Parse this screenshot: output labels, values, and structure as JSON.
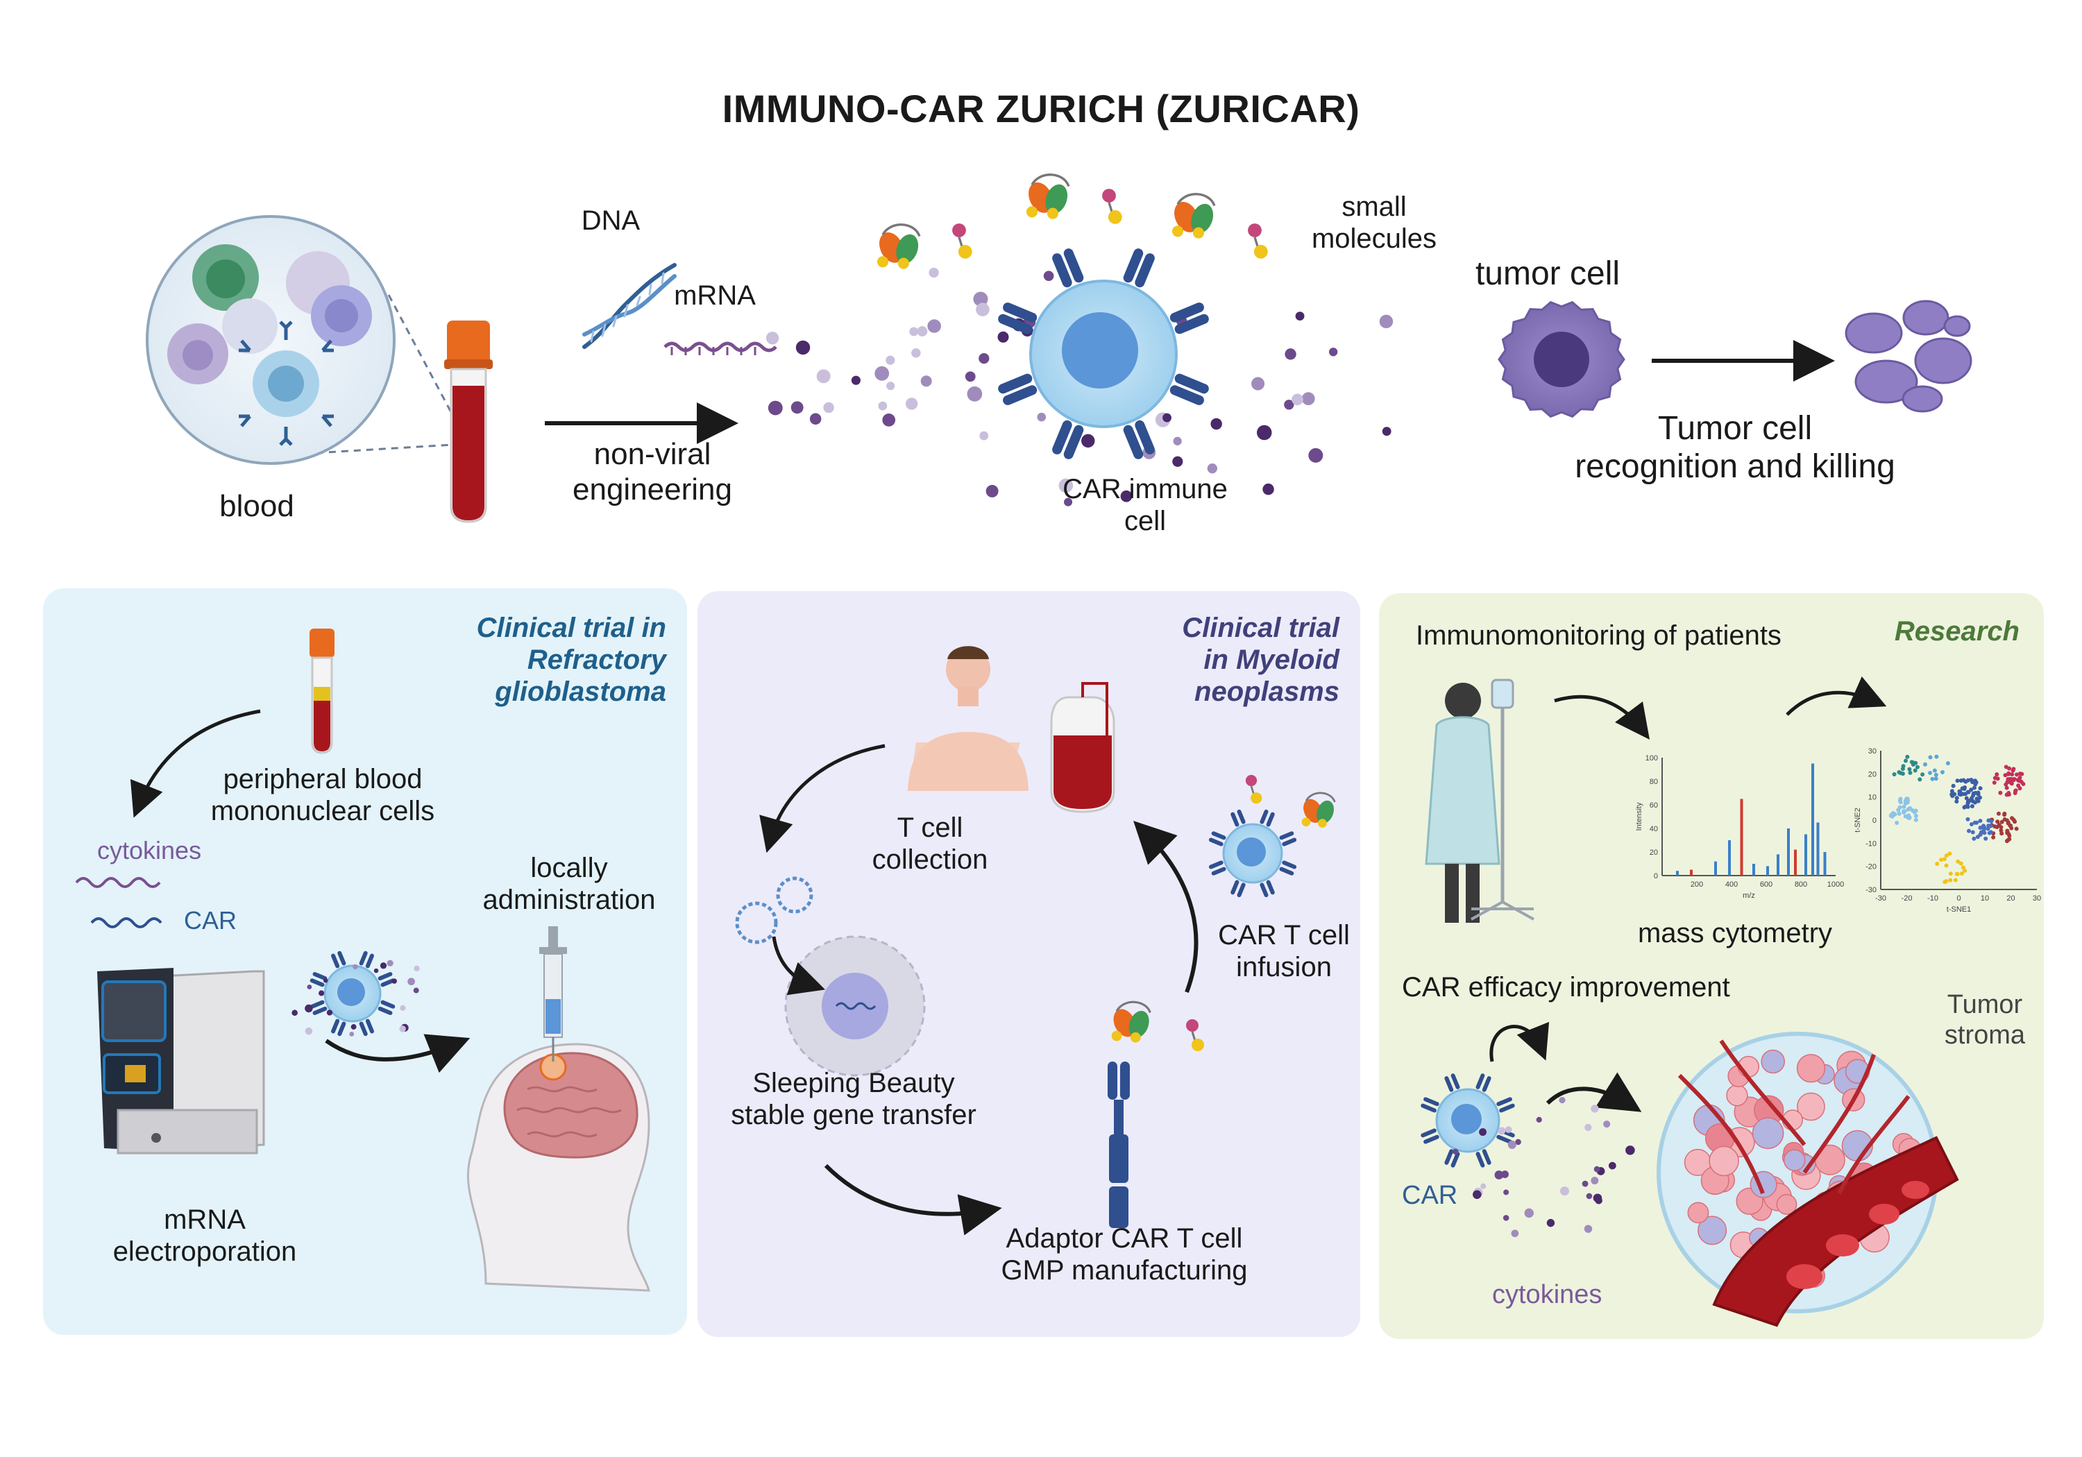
{
  "title": "IMMUNO-CAR ZURICH (ZURICAR)",
  "top": {
    "blood": "blood",
    "dna": "DNA",
    "mrna": "mRNA",
    "non_viral": [
      "non-viral",
      "engineering"
    ],
    "car_immune_cell": [
      "CAR immune",
      "cell"
    ],
    "small_molecules": [
      "small",
      "molecules"
    ],
    "tumor_cell": "tumor cell",
    "recognition": [
      "Tumor cell",
      "recognition and killing"
    ]
  },
  "panels": [
    {
      "title": [
        "Clinical trial in",
        "Refractory",
        "glioblastoma"
      ],
      "title_color": "#1f5f8b",
      "background": "#e3f3f9",
      "labels": {
        "pbmc": [
          "peripheral blood",
          "mononuclear cells"
        ],
        "cytokines": "cytokines",
        "car": "CAR",
        "locally": [
          "locally",
          "administration"
        ],
        "electroporation": [
          "mRNA",
          "electroporation"
        ]
      }
    },
    {
      "title": [
        "Clinical trial",
        "in Myeloid",
        "neoplasms"
      ],
      "title_color": "#40407a",
      "background": "#ecebfa",
      "labels": {
        "collection": [
          "T cell",
          "collection"
        ],
        "infusion": [
          "CAR T cell",
          "infusion"
        ],
        "sleeping_beauty": [
          "Sleeping Beauty",
          "stable gene transfer"
        ],
        "gmp": [
          "Adaptor CAR T cell",
          "GMP manufacturing"
        ]
      }
    },
    {
      "title": [
        "Research"
      ],
      "title_color": "#4d7a3a",
      "background": "#eef3de",
      "labels": {
        "immunomonitoring": "Immunomonitoring of patients",
        "mass_cytometry": "mass cytometry",
        "efficacy": "CAR efficacy improvement",
        "tumor_stroma": [
          "Tumor",
          "stroma"
        ],
        "car": "CAR",
        "cytokines": "cytokines"
      }
    }
  ],
  "spectrum_chart": {
    "xlabel": "m/z",
    "ylabel": "Intensity",
    "x_ticks": [
      "200",
      "400",
      "600",
      "800",
      "1000"
    ],
    "y_ticks": [
      "0",
      "20",
      "40",
      "60",
      "80",
      "100"
    ]
  },
  "tsne_chart": {
    "xlabel": "t-SNE1",
    "ylabel": "t-SNE2",
    "x_ticks": [
      "-30",
      "-20",
      "-10",
      "0",
      "10",
      "20",
      "30"
    ],
    "y_ticks": [
      "30",
      "20",
      "10",
      "0",
      "-10",
      "-20",
      "-30"
    ]
  },
  "colors": {
    "car_blue": "#2f4f8f",
    "cell_light": "#a9d6f0",
    "cell_core": "#5a96d8",
    "tumor_purple": "#7e6bb0",
    "blood_red": "#a8161d",
    "cap_orange": "#e86a1f",
    "dot_purple": "#4a2a6a"
  }
}
